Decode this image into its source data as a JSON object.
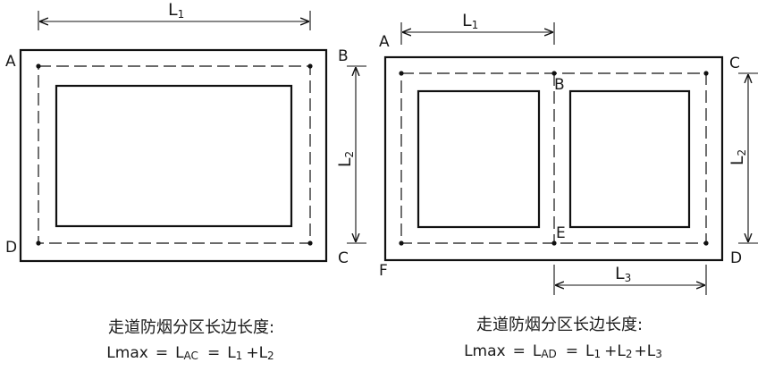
{
  "left": {
    "points": {
      "a": "A",
      "b": "B",
      "c": "C",
      "d": "D"
    },
    "dim_l1": {
      "main": "L",
      "sub": "1"
    },
    "dim_l2": {
      "main": "L",
      "sub": "2"
    },
    "caption": "走道防烟分区长边长度:",
    "formula": {
      "lhs": "Lmax",
      "eq1": "=",
      "mid_main": "L",
      "mid_sub": "AC",
      "eq2": "=",
      "t1_main": "L",
      "t1_sub": "1",
      "plus1": "+",
      "t2_main": "L",
      "t2_sub": "2"
    }
  },
  "right": {
    "points": {
      "a": "A",
      "b": "B",
      "c": "C",
      "d": "D",
      "e": "E",
      "f": "F"
    },
    "dim_l1": {
      "main": "L",
      "sub": "1"
    },
    "dim_l2": {
      "main": "L",
      "sub": "2"
    },
    "dim_l3": {
      "main": "L",
      "sub": "3"
    },
    "caption": "走道防烟分区长边长度:",
    "formula": {
      "lhs": "Lmax",
      "eq1": "=",
      "mid_main": "L",
      "mid_sub": "AD",
      "eq2": "=",
      "t1_main": "L",
      "t1_sub": "1",
      "plus1": "+",
      "t2_main": "L",
      "t2_sub": "2",
      "plus2": "+",
      "t3_main": "L",
      "t3_sub": "3"
    }
  }
}
